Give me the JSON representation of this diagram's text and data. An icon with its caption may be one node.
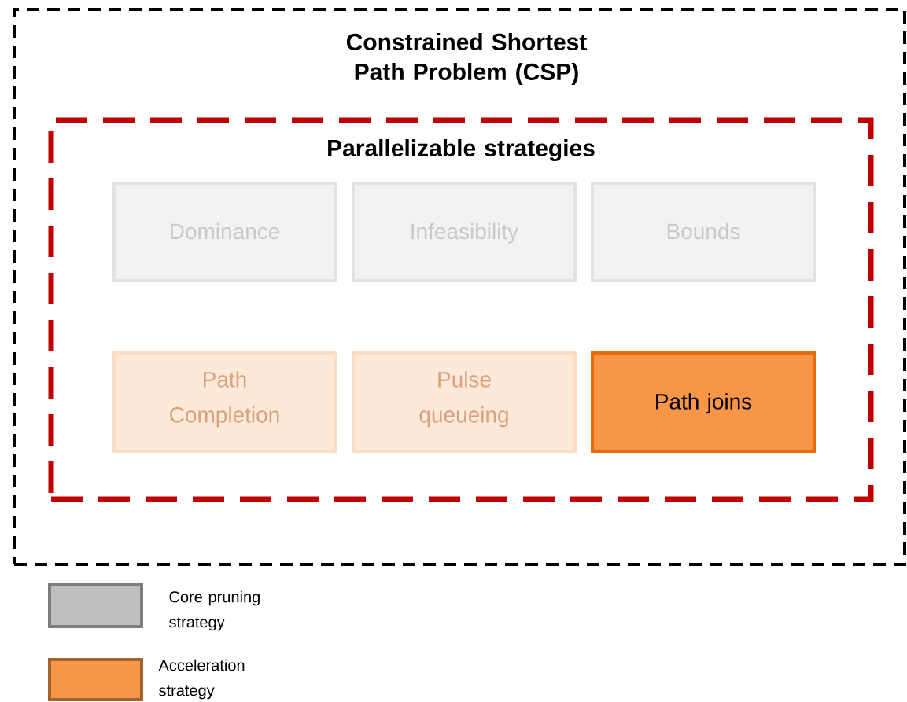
{
  "diagram": {
    "nodes": [
      {
        "text": [
          "Constrained Shortest Path Problem (CSP)"
        ]
      },
      {
        "text": [
          "Parallelizable strategies"
        ],
        "in": 0
      },
      {
        "text": [
          "Dominance"
        ],
        "in": 1
      },
      {
        "text": [
          "Infeasibility"
        ],
        "in": 1
      },
      {
        "text": [
          "Bounds"
        ],
        "in": 1
      },
      {
        "text": [
          "Path Completion"
        ],
        "in": 1
      },
      {
        "text": [
          "Pulse queueing"
        ],
        "in": 1
      },
      {
        "text": [
          "Path joins"
        ],
        "in": 1
      }
    ],
    "legend": [
      {
        "text": "Core pruning strategy",
        "color": "#bfbfbf"
      },
      {
        "text": "Acceleration strategy",
        "color": "#f79646"
      }
    ]
  }
}
